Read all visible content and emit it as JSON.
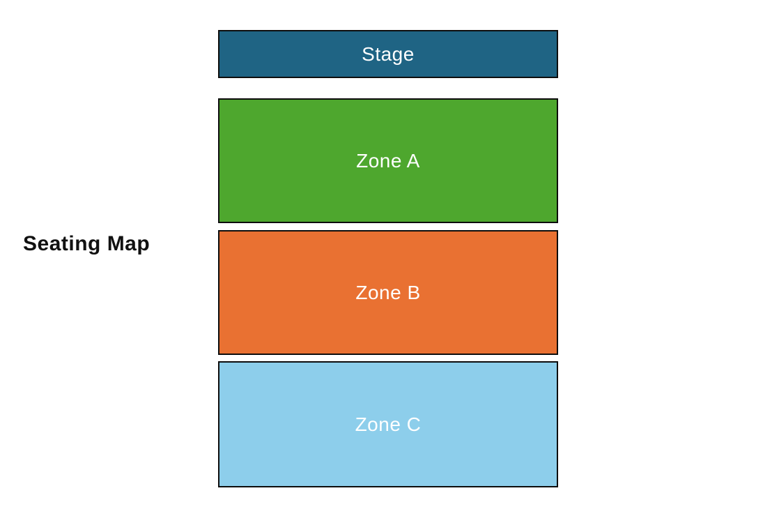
{
  "title": "Seating Map",
  "diagram": {
    "background_color": "#ffffff",
    "border_color": "#0d0d0d",
    "label_text_color": "#ffffff",
    "title_text_color": "#111111",
    "stage": {
      "label": "Stage",
      "fill": "#1F6484"
    },
    "zones": [
      {
        "id": "zone-a",
        "label": "Zone A",
        "fill": "#4EA72E"
      },
      {
        "id": "zone-b",
        "label": "Zone B",
        "fill": "#E97132"
      },
      {
        "id": "zone-c",
        "label": "Zone C",
        "fill": "#8DCEEB"
      }
    ]
  }
}
